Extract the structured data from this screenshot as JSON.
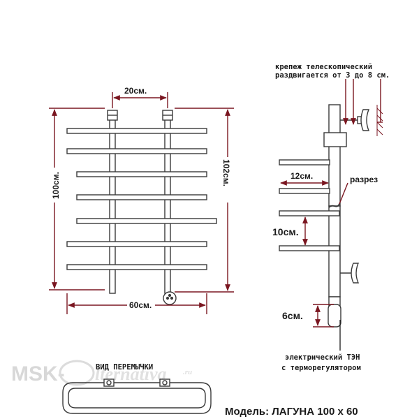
{
  "front_view": {
    "width_label": "60см.",
    "height_label": "100см.",
    "total_height_label": "102см.",
    "connection_distance_label": "20см."
  },
  "side_view": {
    "mount_label_line1": "крепеж телескопический",
    "mount_label_line2": "раздвигается от 3 до 8 см.",
    "shelf_depth_label": "12см.",
    "section_label": "разрез",
    "shelf_gap_label": "10см.",
    "heater_length_label": "6см.",
    "heater_label_line1": "электрический  ТЭН",
    "heater_label_line2": "с терморегулятором"
  },
  "bridge_view": {
    "title": "ВИД ПЕРЕМЫЧКИ"
  },
  "model": {
    "label": "Модель: ЛАГУНА 100 х 60"
  },
  "watermark": {
    "brand": "MSK-",
    "tail": "lternativa",
    "suffix": ".ru"
  },
  "colors": {
    "dimension_line": "#7a1620",
    "outline": "#3a3a3a",
    "watermark": "#d8d8d8"
  }
}
